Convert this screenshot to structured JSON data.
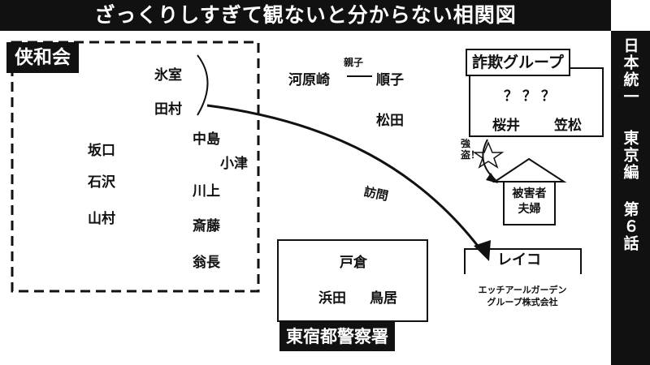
{
  "title": "ざっくりしすぎて観ないと分からない相関図",
  "sidebar": {
    "series": "日本統一",
    "subtitle": "東京編",
    "episode": "第６話"
  },
  "groups": {
    "kyowakai": {
      "label": "侠和会",
      "members": [
        "氷室",
        "田村",
        "中島",
        "小津",
        "坂口",
        "石沢",
        "川上",
        "山村",
        "斎藤",
        "翁長"
      ]
    },
    "sagi": {
      "label": "詐欺グループ",
      "unknown": "？？？",
      "members": [
        "桜井",
        "笠松"
      ]
    },
    "police": {
      "label": "東宿都警察署",
      "members": [
        "戸倉",
        "浜田",
        "鳥居"
      ]
    },
    "company": {
      "name": "レイコ",
      "label": "エッチアールガーデン\nグループ株式会社"
    }
  },
  "victims": {
    "label": "被害者\n夫婦"
  },
  "others": {
    "kawarazaki": "河原崎",
    "junko": "順子",
    "matsuda": "松田"
  },
  "relations": {
    "parent_child": "親子",
    "visit": "訪問",
    "robbery": "強盗！"
  },
  "colors": {
    "ink": "#111111",
    "paper": "#ffffff"
  }
}
